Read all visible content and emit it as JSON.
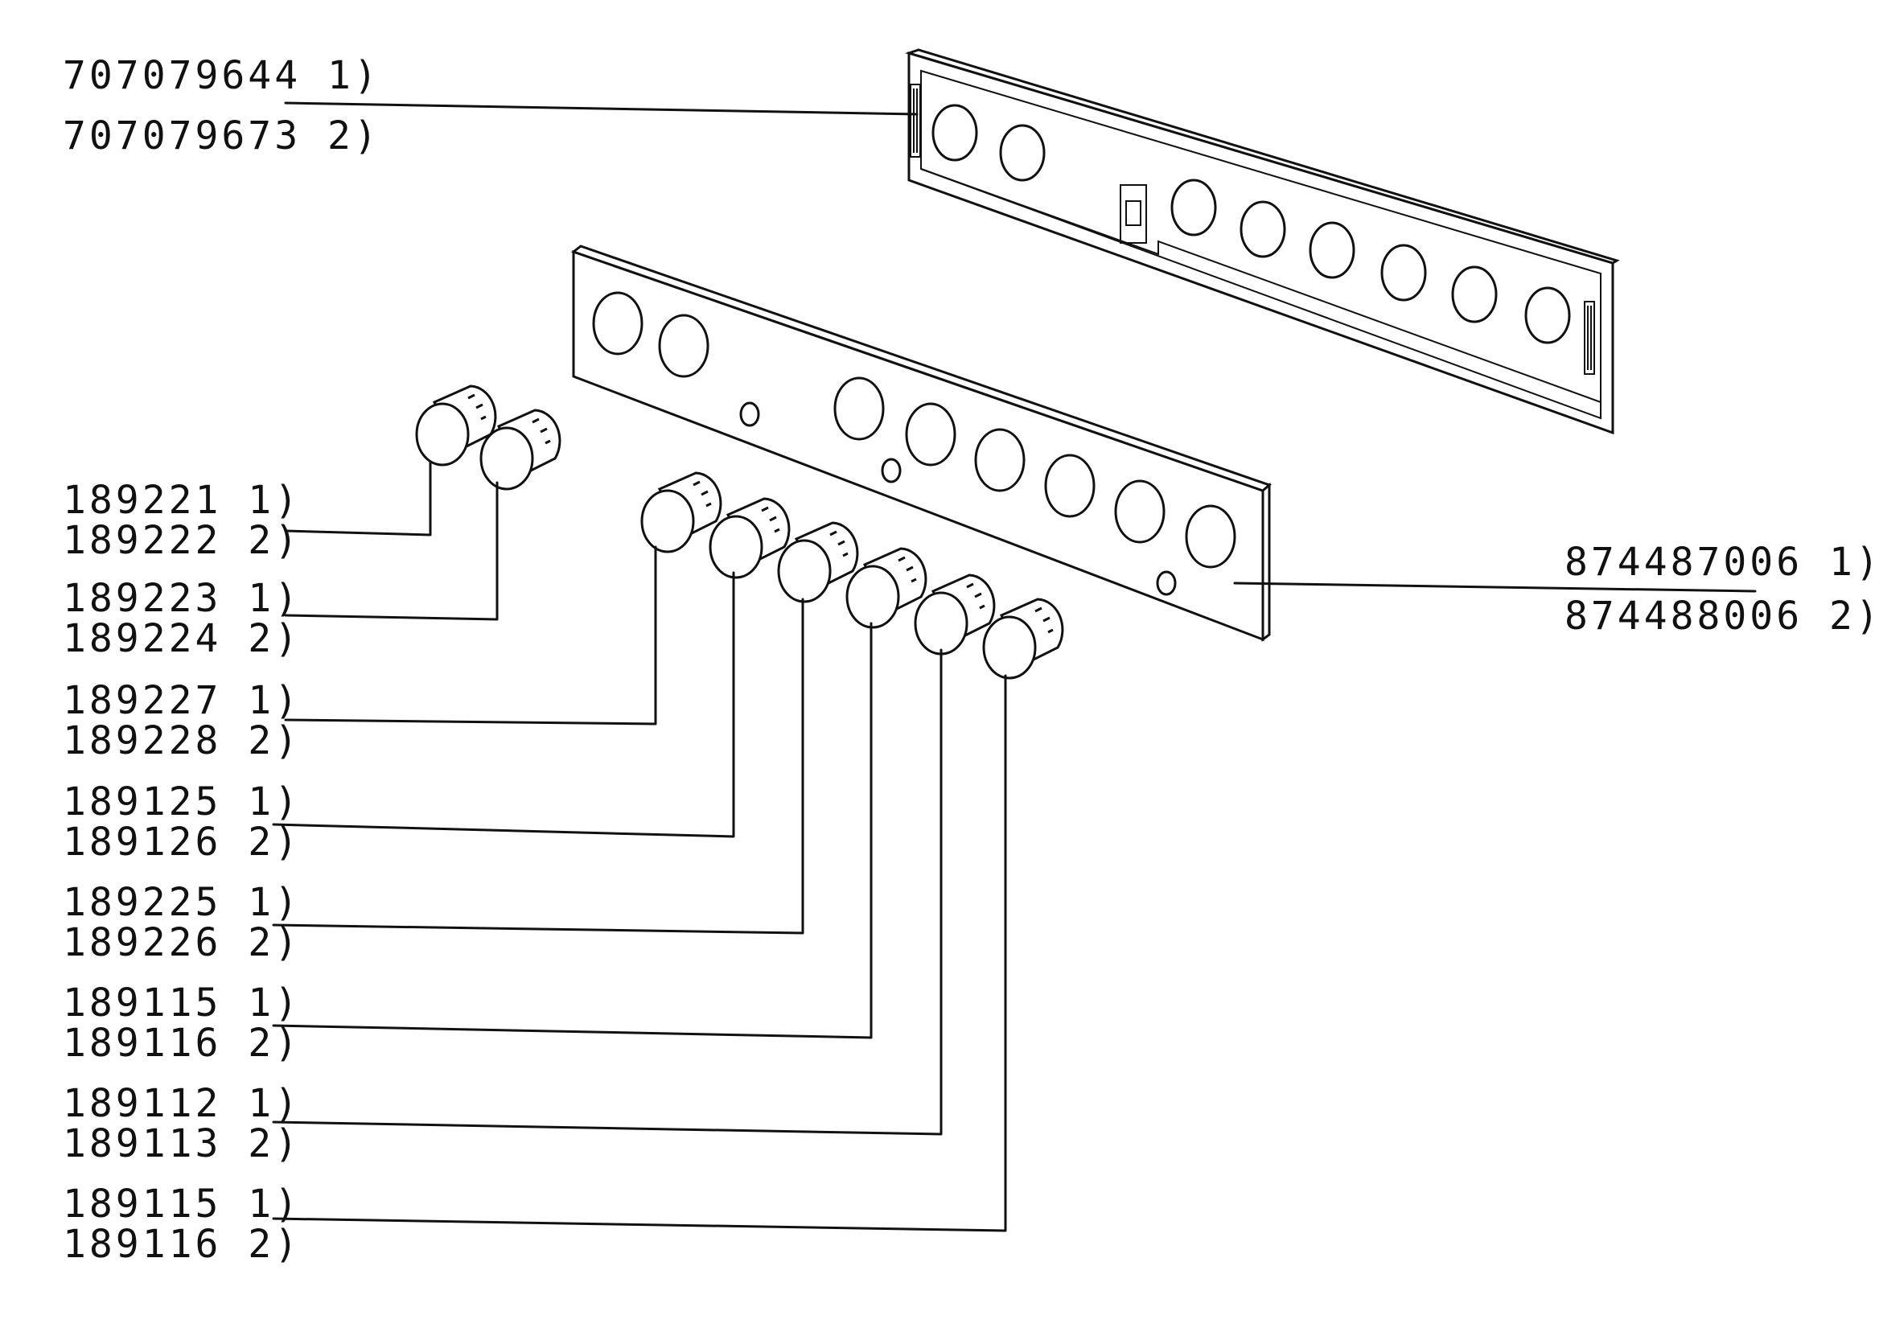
{
  "labels": {
    "frame": {
      "line1": "707079644 1)",
      "line2": "707079673 2)"
    },
    "panel": {
      "line1": "874487006 1)",
      "line2": "874488006 2)"
    },
    "knobs": [
      {
        "line1": "189221 1)",
        "line2": "189222 2)"
      },
      {
        "line1": "189223 1)",
        "line2": "189224 2)"
      },
      {
        "line1": "189227 1)",
        "line2": "189228 2)"
      },
      {
        "line1": "189125 1)",
        "line2": "189126 2)"
      },
      {
        "line1": "189225 1)",
        "line2": "189226 2)"
      },
      {
        "line1": "189115 1)",
        "line2": "189116 2)"
      },
      {
        "line1": "189112 1)",
        "line2": "189113 2)"
      },
      {
        "line1": "189115 1)",
        "line2": "189116 2)"
      }
    ]
  }
}
